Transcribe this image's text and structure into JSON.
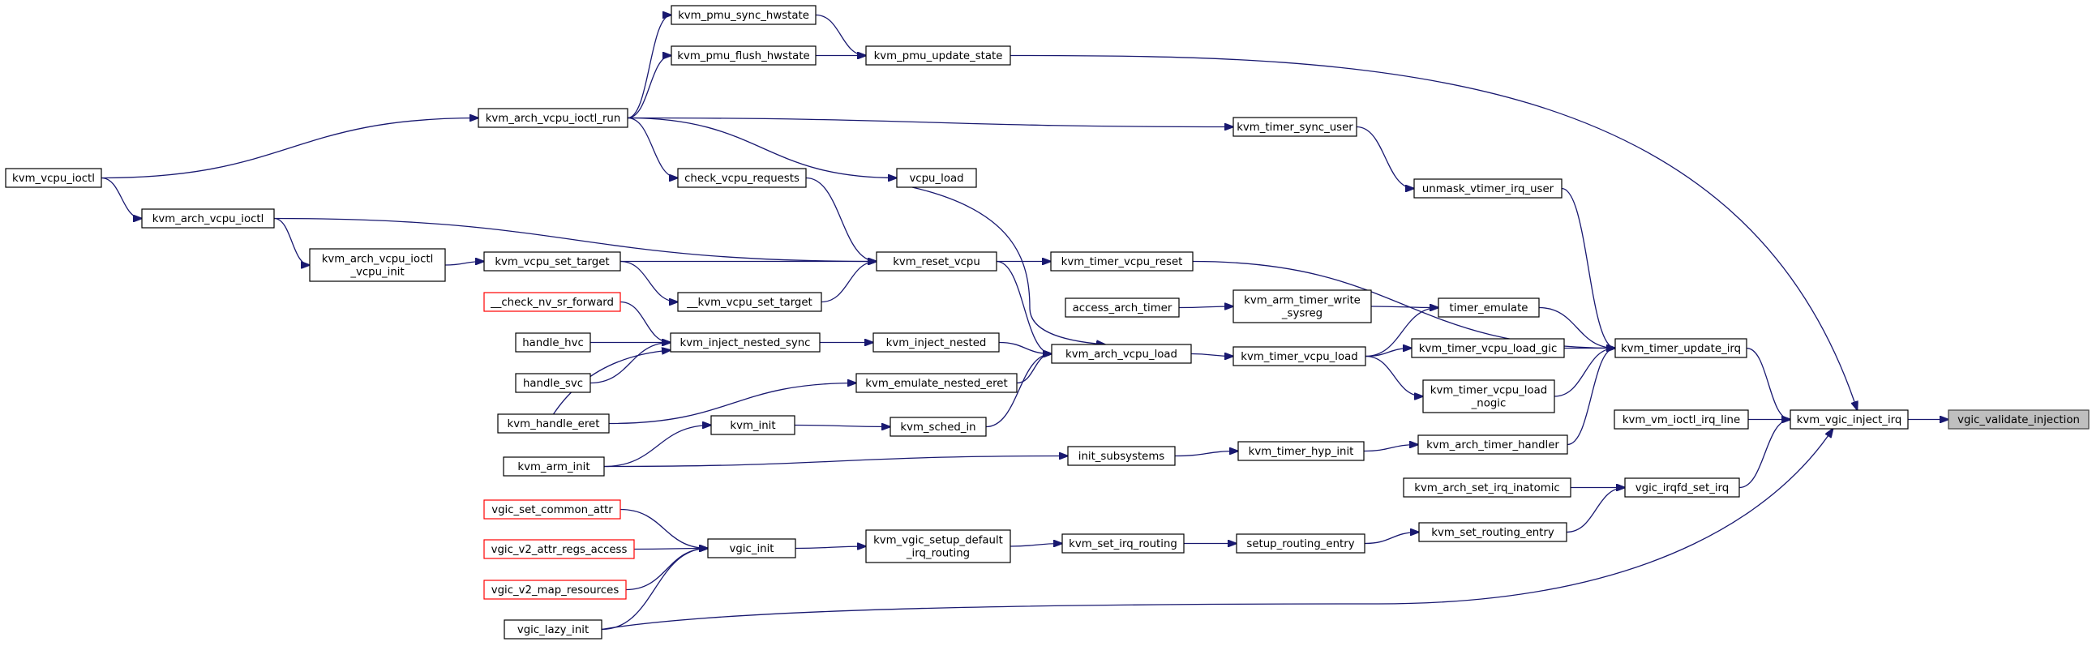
{
  "nodes": [
    {
      "id": "vgic_validate_injection",
      "lines": [
        "vgic_validate_injection"
      ],
      "style": "root"
    },
    {
      "id": "kvm_vgic_inject_irq",
      "lines": [
        "kvm_vgic_inject_irq"
      ],
      "style": "normal"
    },
    {
      "id": "kvm_vm_ioctl_irq_line",
      "lines": [
        "kvm_vm_ioctl_irq_line"
      ],
      "style": "normal"
    },
    {
      "id": "kvm_timer_update_irq",
      "lines": [
        "kvm_timer_update_irq"
      ],
      "style": "normal"
    },
    {
      "id": "vgic_irqfd_set_irq",
      "lines": [
        "vgic_irqfd_set_irq"
      ],
      "style": "normal"
    },
    {
      "id": "kvm_pmu_update_state",
      "lines": [
        "kvm_pmu_update_state"
      ],
      "style": "normal"
    },
    {
      "id": "vgic_lazy_init",
      "lines": [
        "vgic_lazy_init"
      ],
      "style": "normal"
    },
    {
      "id": "kvm_pmu_sync_hwstate",
      "lines": [
        "kvm_pmu_sync_hwstate"
      ],
      "style": "normal"
    },
    {
      "id": "kvm_pmu_flush_hwstate",
      "lines": [
        "kvm_pmu_flush_hwstate"
      ],
      "style": "normal"
    },
    {
      "id": "kvm_arch_vcpu_ioctl_run",
      "lines": [
        "kvm_arch_vcpu_ioctl_run"
      ],
      "style": "normal"
    },
    {
      "id": "kvm_vcpu_ioctl",
      "lines": [
        "kvm_vcpu_ioctl"
      ],
      "style": "normal"
    },
    {
      "id": "kvm_timer_sync_user",
      "lines": [
        "kvm_timer_sync_user"
      ],
      "style": "normal"
    },
    {
      "id": "unmask_vtimer_irq_user",
      "lines": [
        "unmask_vtimer_irq_user"
      ],
      "style": "normal"
    },
    {
      "id": "check_vcpu_requests",
      "lines": [
        "check_vcpu_requests"
      ],
      "style": "normal"
    },
    {
      "id": "vcpu_load",
      "lines": [
        "vcpu_load"
      ],
      "style": "normal"
    },
    {
      "id": "kvm_arch_vcpu_ioctl",
      "lines": [
        "kvm_arch_vcpu_ioctl"
      ],
      "style": "normal"
    },
    {
      "id": "kvm_arch_vcpu_ioctl_vcpu_init",
      "lines": [
        "kvm_arch_vcpu_ioctl",
        "_vcpu_init"
      ],
      "style": "normal"
    },
    {
      "id": "kvm_vcpu_set_target",
      "lines": [
        "kvm_vcpu_set_target"
      ],
      "style": "normal"
    },
    {
      "id": "kvm_reset_vcpu",
      "lines": [
        "kvm_reset_vcpu"
      ],
      "style": "normal"
    },
    {
      "id": "kvm_timer_vcpu_reset",
      "lines": [
        "kvm_timer_vcpu_reset"
      ],
      "style": "normal"
    },
    {
      "id": "__kvm_vcpu_set_target",
      "lines": [
        "__kvm_vcpu_set_target"
      ],
      "style": "normal"
    },
    {
      "id": "__check_nv_sr_forward",
      "lines": [
        "__check_nv_sr_forward"
      ],
      "style": "red"
    },
    {
      "id": "access_arch_timer",
      "lines": [
        "access_arch_timer"
      ],
      "style": "normal"
    },
    {
      "id": "kvm_arm_timer_write_sysreg",
      "lines": [
        "kvm_arm_timer_write",
        "_sysreg"
      ],
      "style": "normal"
    },
    {
      "id": "timer_emulate",
      "lines": [
        "timer_emulate"
      ],
      "style": "normal"
    },
    {
      "id": "handle_hvc",
      "lines": [
        "handle_hvc"
      ],
      "style": "normal"
    },
    {
      "id": "kvm_inject_nested_sync",
      "lines": [
        "kvm_inject_nested_sync"
      ],
      "style": "normal"
    },
    {
      "id": "kvm_inject_nested",
      "lines": [
        "kvm_inject_nested"
      ],
      "style": "normal"
    },
    {
      "id": "kvm_arch_vcpu_load",
      "lines": [
        "kvm_arch_vcpu_load"
      ],
      "style": "normal"
    },
    {
      "id": "kvm_timer_vcpu_load",
      "lines": [
        "kvm_timer_vcpu_load"
      ],
      "style": "normal"
    },
    {
      "id": "kvm_timer_vcpu_load_gic",
      "lines": [
        "kvm_timer_vcpu_load_gic"
      ],
      "style": "normal"
    },
    {
      "id": "handle_svc",
      "lines": [
        "handle_svc"
      ],
      "style": "normal"
    },
    {
      "id": "kvm_emulate_nested_eret",
      "lines": [
        "kvm_emulate_nested_eret"
      ],
      "style": "normal"
    },
    {
      "id": "kvm_timer_vcpu_load_nogic",
      "lines": [
        "kvm_timer_vcpu_load",
        "_nogic"
      ],
      "style": "normal"
    },
    {
      "id": "kvm_handle_eret",
      "lines": [
        "kvm_handle_eret"
      ],
      "style": "normal"
    },
    {
      "id": "kvm_init",
      "lines": [
        "kvm_init"
      ],
      "style": "normal"
    },
    {
      "id": "kvm_sched_in",
      "lines": [
        "kvm_sched_in"
      ],
      "style": "normal"
    },
    {
      "id": "kvm_arch_timer_handler",
      "lines": [
        "kvm_arch_timer_handler"
      ],
      "style": "normal"
    },
    {
      "id": "kvm_arm_init",
      "lines": [
        "kvm_arm_init"
      ],
      "style": "normal"
    },
    {
      "id": "init_subsystems",
      "lines": [
        "init_subsystems"
      ],
      "style": "normal"
    },
    {
      "id": "kvm_timer_hyp_init",
      "lines": [
        "kvm_timer_hyp_init"
      ],
      "style": "normal"
    },
    {
      "id": "kvm_arch_set_irq_inatomic",
      "lines": [
        "kvm_arch_set_irq_inatomic"
      ],
      "style": "normal"
    },
    {
      "id": "vgic_set_common_attr",
      "lines": [
        "vgic_set_common_attr"
      ],
      "style": "red"
    },
    {
      "id": "kvm_set_routing_entry",
      "lines": [
        "kvm_set_routing_entry"
      ],
      "style": "normal"
    },
    {
      "id": "vgic_init",
      "lines": [
        "vgic_init"
      ],
      "style": "normal"
    },
    {
      "id": "kvm_vgic_setup_default_irq_routing",
      "lines": [
        "kvm_vgic_setup_default",
        "_irq_routing"
      ],
      "style": "normal"
    },
    {
      "id": "kvm_set_irq_routing",
      "lines": [
        "kvm_set_irq_routing"
      ],
      "style": "normal"
    },
    {
      "id": "setup_routing_entry",
      "lines": [
        "setup_routing_entry"
      ],
      "style": "normal"
    },
    {
      "id": "vgic_v2_attr_regs_access",
      "lines": [
        "vgic_v2_attr_regs_access"
      ],
      "style": "red"
    },
    {
      "id": "vgic_v2_map_resources",
      "lines": [
        "vgic_v2_map_resources"
      ],
      "style": "red"
    }
  ]
}
